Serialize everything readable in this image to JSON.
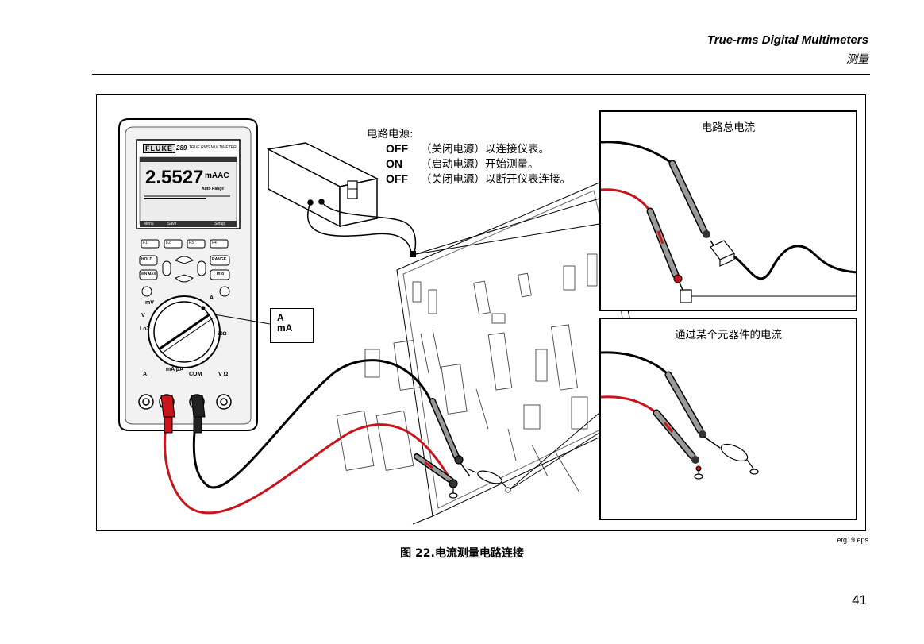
{
  "header": {
    "title": "True-rms Digital Multimeters",
    "subtitle": "测量"
  },
  "power_note": {
    "heading": "电路电源:",
    "steps": [
      {
        "state": "OFF",
        "text": "（关闭电源）以连接仪表。"
      },
      {
        "state": "ON",
        "text": "（启动电源）开始测量。"
      },
      {
        "state": "OFF",
        "text": "（关闭电源）以断开仪表连接。"
      }
    ]
  },
  "panels": {
    "total_current": "电路总电流",
    "component_current": "通过某个元器件的电流"
  },
  "callout": {
    "line1": "A",
    "line2": "mA"
  },
  "meter": {
    "brand": "FLUKE",
    "model": "289",
    "model_desc": "TRUE RMS MULTIMETER",
    "reading": "2.5527",
    "unit": "mAAC",
    "range": "Auto Range",
    "softkeys": [
      "Menu",
      "Save",
      "",
      "Setup"
    ],
    "fkeys": [
      "F1",
      "F2",
      "F3",
      "F4"
    ],
    "buttons": {
      "hold": "HOLD",
      "range": "RANGE",
      "minmax": "MIN MAX",
      "info": "Info"
    },
    "dial_labels": [
      "mV",
      "V",
      "LoZ",
      "A",
      "50Ω"
    ],
    "jacks": [
      "A",
      "mA μA",
      "COM",
      "V Ω"
    ]
  },
  "figure": {
    "filename": "etg19.eps",
    "caption": "图 22.电流测量电路连接"
  },
  "page_number": "41"
}
